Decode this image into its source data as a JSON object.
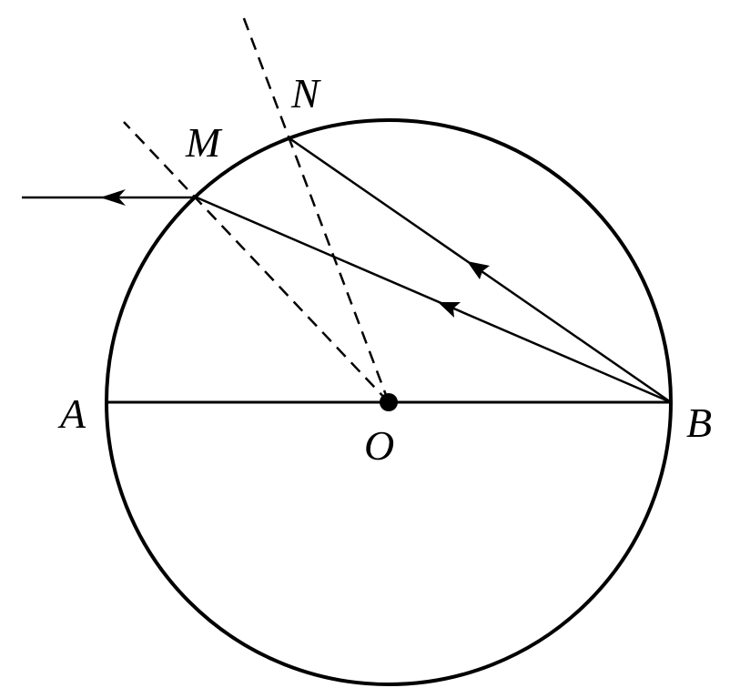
{
  "diagram": {
    "labels": {
      "A": "A",
      "B": "B",
      "O": "O",
      "M": "M",
      "N": "N"
    },
    "colors": {
      "stroke": "#000000",
      "background": "#ffffff"
    }
  }
}
